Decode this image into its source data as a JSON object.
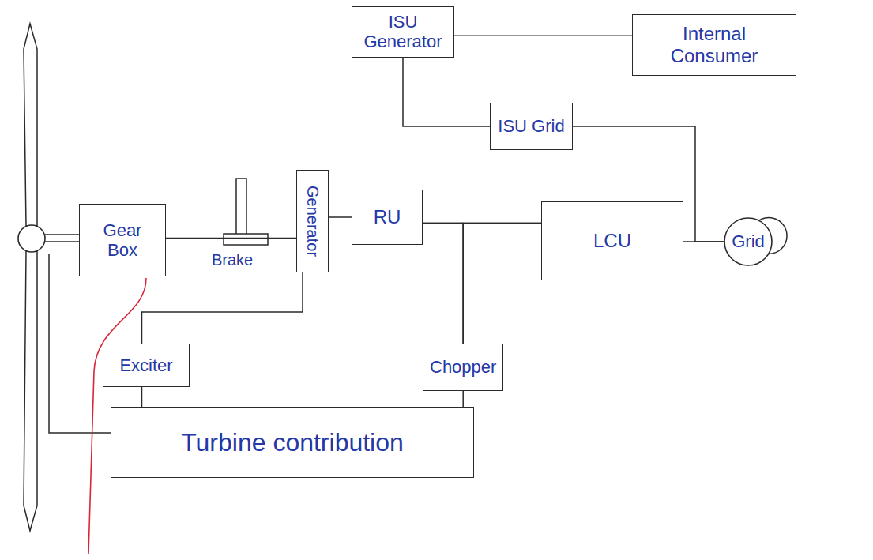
{
  "diagram": {
    "nodes": [
      {
        "text": [
          "ISU Generator"
        ]
      },
      {
        "text": [
          "Internal Consumer"
        ]
      },
      {
        "text": [
          "ISU Grid"
        ]
      },
      {
        "text": [
          "Gear Box"
        ]
      },
      {
        "text": [
          "Generator"
        ]
      },
      {
        "text": [
          "RU"
        ]
      },
      {
        "text": [
          "LCU"
        ]
      },
      {
        "text": [
          "Grid"
        ]
      },
      {
        "text": [
          "Exciter"
        ]
      },
      {
        "text": [
          "Chopper"
        ]
      },
      {
        "text": [
          "Turbine contribution"
        ]
      }
    ],
    "edges": [
      {
        "from": 0,
        "to": 1,
        "arrow": "none"
      },
      {
        "from": 0,
        "to": 2,
        "arrow": "none"
      },
      {
        "from": 2,
        "to": 7,
        "arrow": "none"
      },
      {
        "from": 3,
        "to": 4,
        "arrow": "none"
      },
      {
        "from": 4,
        "to": 5,
        "arrow": "none"
      },
      {
        "from": 5,
        "to": 6,
        "arrow": "none"
      },
      {
        "from": 6,
        "to": 7,
        "arrow": "none"
      },
      {
        "from": 8,
        "to": 4,
        "arrow": "none"
      },
      {
        "from": 8,
        "to": 10,
        "arrow": "none"
      },
      {
        "from": 9,
        "to": 5,
        "arrow": "none"
      },
      {
        "from": 9,
        "to": 6,
        "arrow": "none"
      },
      {
        "from": 9,
        "to": 10,
        "arrow": "none"
      }
    ],
    "labels": [
      "Brake"
    ]
  }
}
